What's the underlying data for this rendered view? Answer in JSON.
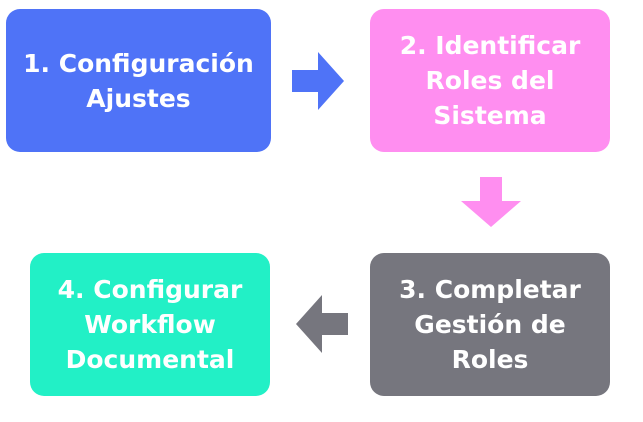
{
  "steps": [
    {
      "label": "1. Configuración Ajustes",
      "color": "#4f73f7"
    },
    {
      "label": "2. Identificar Roles del Sistema",
      "color": "#ff8ef0"
    },
    {
      "label": "3. Completar Gestión de Roles",
      "color": "#76767e"
    },
    {
      "label": "4. Configurar Workflow Documental",
      "color": "#22f0c6"
    }
  ],
  "arrows": [
    {
      "direction": "right",
      "from": 1,
      "to": 2,
      "color": "#4f73f7"
    },
    {
      "direction": "down",
      "from": 2,
      "to": 3,
      "color": "#ff8ef0"
    },
    {
      "direction": "left",
      "from": 3,
      "to": 4,
      "color": "#76767e"
    }
  ]
}
